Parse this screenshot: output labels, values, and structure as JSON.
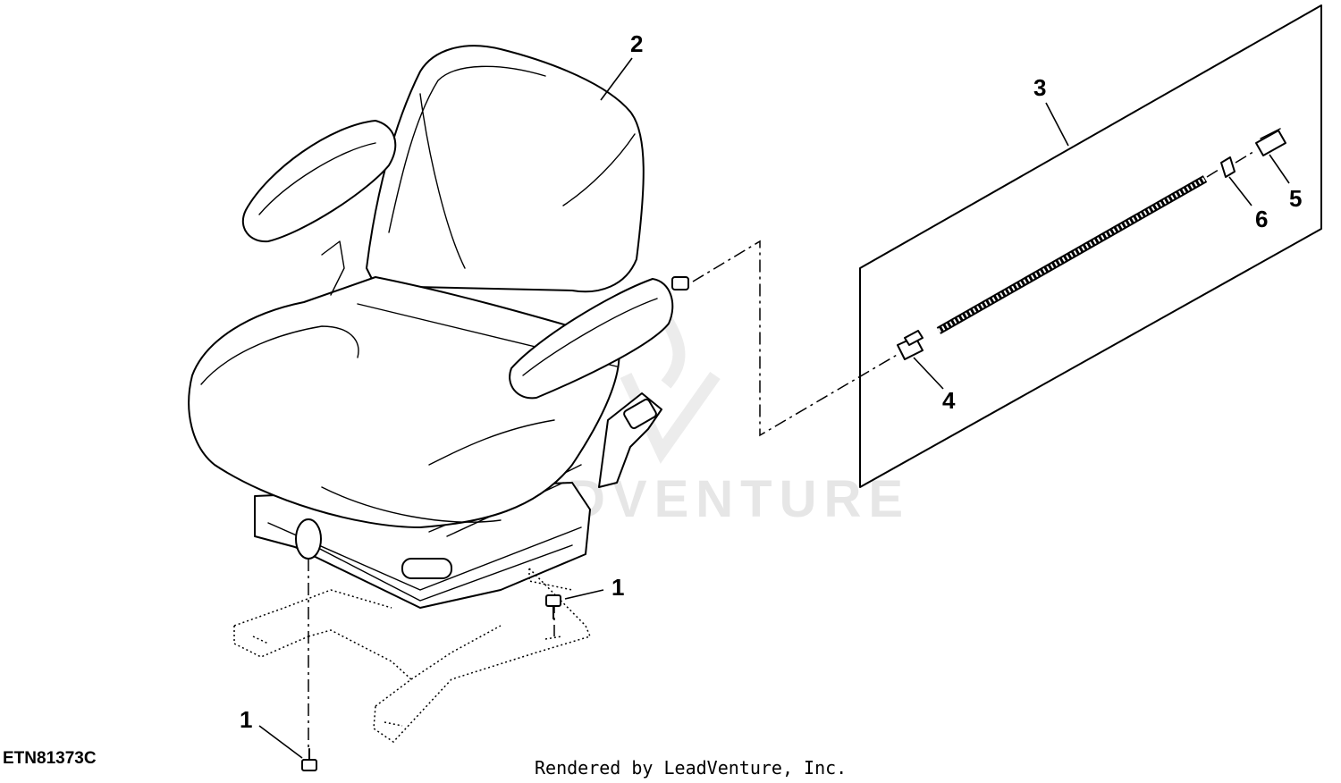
{
  "diagram": {
    "figure_id": "ETN81373C",
    "credit": "Rendered by LeadVenture, Inc.",
    "watermark": "LEADVENTURE",
    "callouts": {
      "c1_bolt_right": "1",
      "c1_bolt_bottom": "1",
      "c2": "2",
      "c3": "3",
      "c4": "4",
      "c5": "5",
      "c6": "6"
    }
  }
}
